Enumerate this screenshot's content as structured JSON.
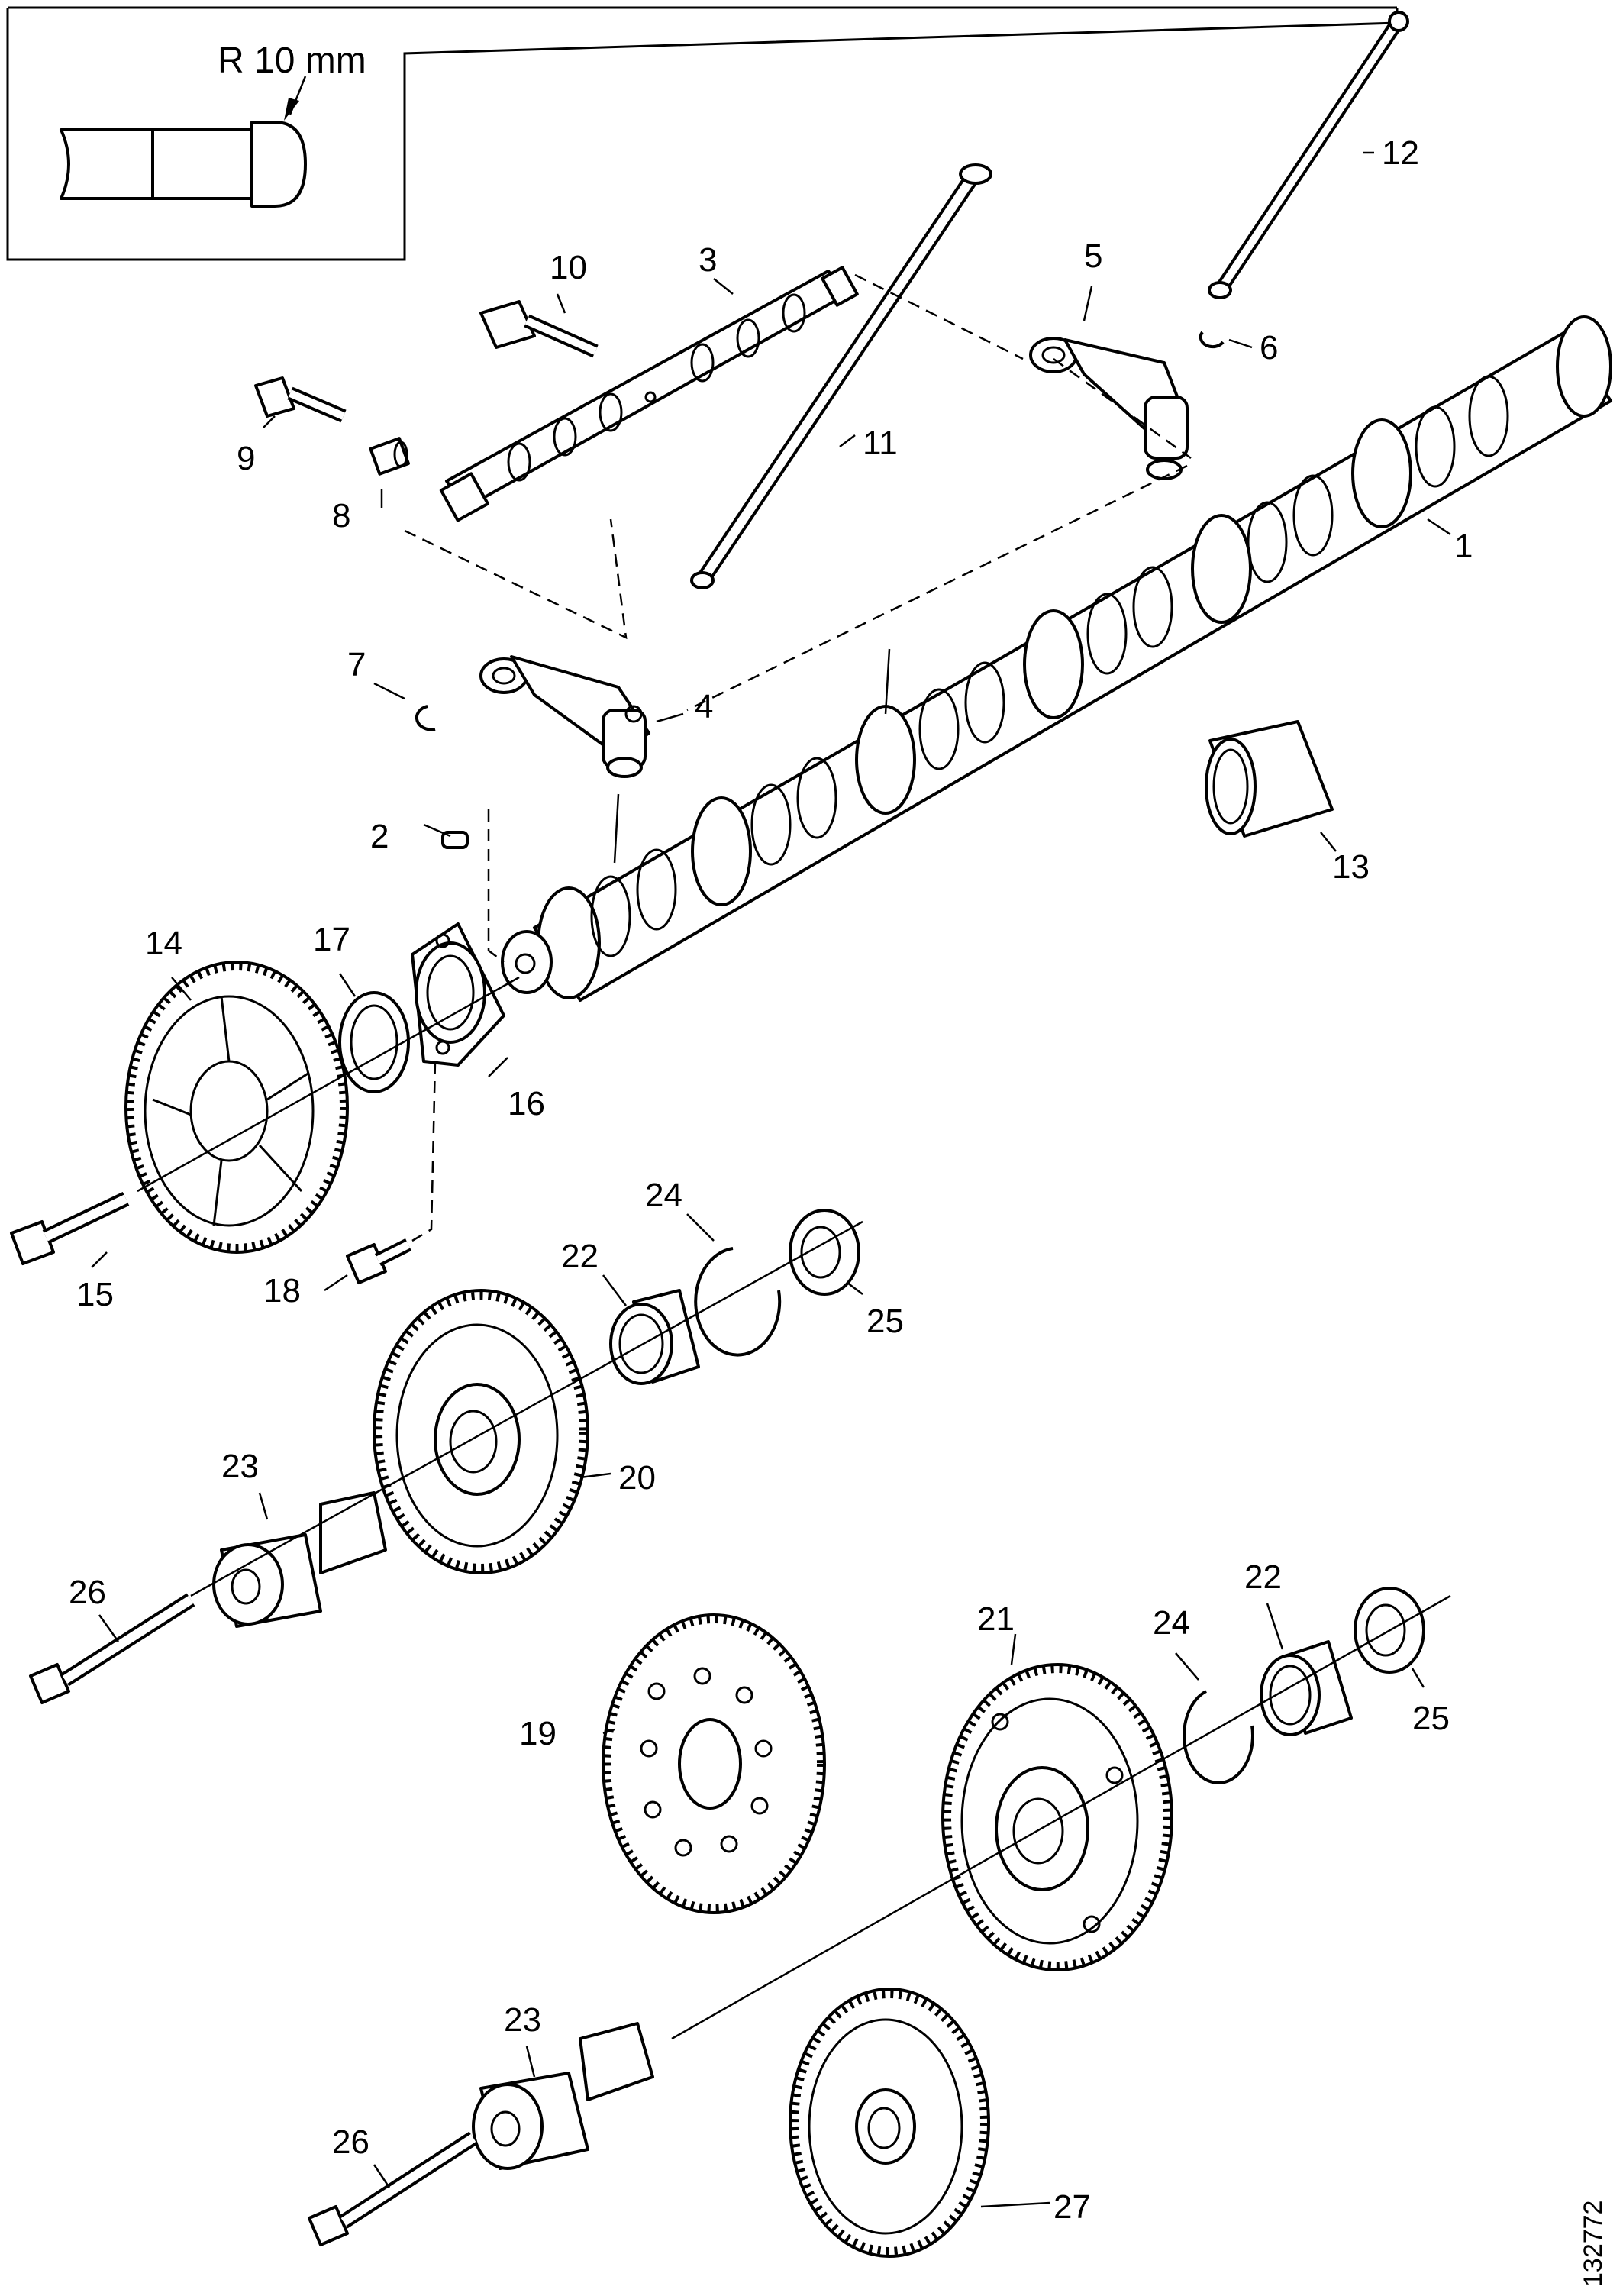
{
  "inset": {
    "radius_label": "R 10 mm"
  },
  "callouts": {
    "c1": "1",
    "c2": "2",
    "c3": "3",
    "c4": "4",
    "c5": "5",
    "c6": "6",
    "c7": "7",
    "c8": "8",
    "c9": "9",
    "c10": "10",
    "c11": "11",
    "c12": "12",
    "c13": "13",
    "c14": "14",
    "c15": "15",
    "c16": "16",
    "c17": "17",
    "c18": "18",
    "c19": "19",
    "c20": "20",
    "c21": "21",
    "c22a": "22",
    "c22b": "22",
    "c23a": "23",
    "c23b": "23",
    "c24a": "24",
    "c24b": "24",
    "c25a": "25",
    "c25b": "25",
    "c26a": "26",
    "c26b": "26",
    "c27": "27"
  },
  "document_id": "132772"
}
